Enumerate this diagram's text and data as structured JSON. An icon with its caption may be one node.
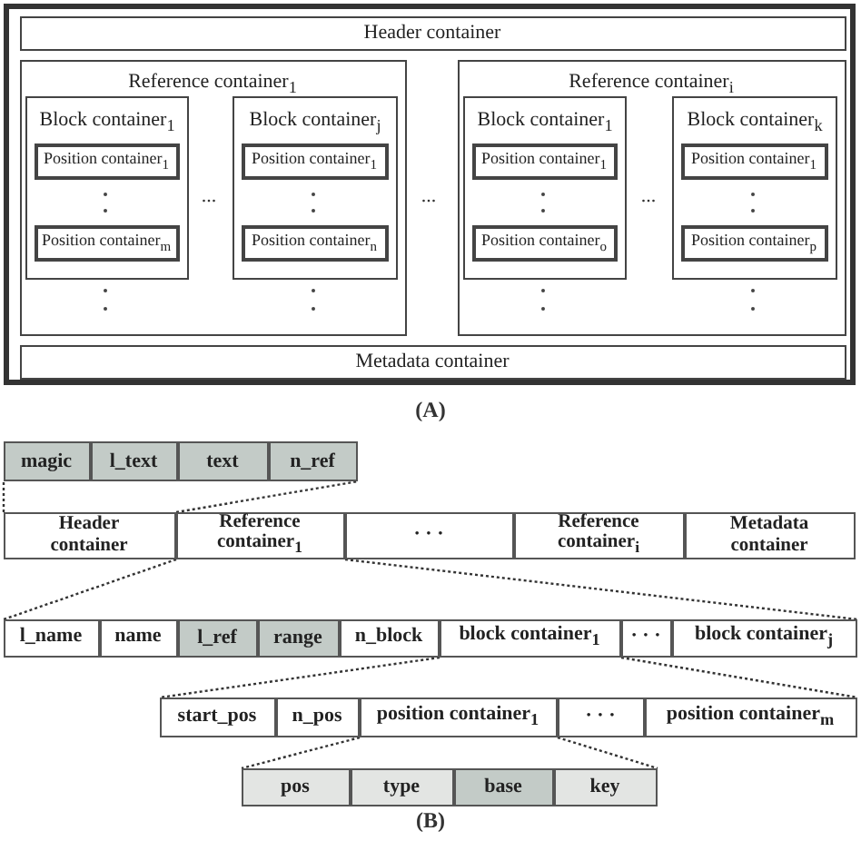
{
  "diagram": {
    "nodes": [
      {
        "text": [],
        "shape": "box"
      },
      {
        "text": [
          "Header container"
        ],
        "in": 0
      },
      {
        "text": [
          "Reference container$_{1}$"
        ],
        "in": 0
      },
      {
        "text": [
          "Block container$_{1}$"
        ],
        "in": 2
      },
      {
        "text": [
          "Position container$_{1}$"
        ],
        "in": 3
      },
      {
        "text": [
          "Position container$_{m}$"
        ],
        "in": 3
      },
      {
        "text": [
          "Block container$_{j}$"
        ],
        "in": 2
      },
      {
        "text": [
          "Position container$_{1}$"
        ],
        "in": 6
      },
      {
        "text": [
          "Position container$_{n}$"
        ],
        "in": 6
      },
      {
        "text": [
          "Reference container$_{i}$"
        ],
        "in": 0
      },
      {
        "text": [
          "Block container$_{1}$"
        ],
        "in": 9
      },
      {
        "text": [
          "Position container$_{1}$"
        ],
        "in": 10
      },
      {
        "text": [
          "Position container$_{o}$"
        ],
        "in": 10
      },
      {
        "text": [
          "Block container$_{k}$"
        ],
        "in": 9
      },
      {
        "text": [
          "Position container$_{1}$"
        ],
        "in": 13
      },
      {
        "text": [
          "Position container$_{p}$"
        ],
        "in": 13
      },
      {
        "text": [
          "Metadata container"
        ],
        "in": 0
      },
      {
        "text": [],
        "shape": "box"
      },
      {
        "text": [
          "magic"
        ],
        "in": 17
      },
      {
        "text": [
          "l_text"
        ],
        "in": 17
      },
      {
        "text": [
          "text"
        ],
        "in": 17
      },
      {
        "text": [
          "n_ref"
        ],
        "in": 17
      },
      {
        "text": [],
        "shape": "box"
      },
      {
        "text": [
          "Header container"
        ],
        "in": 22
      },
      {
        "text": [
          "Reference container$_{1}$"
        ],
        "in": 22
      },
      {
        "text": [
          "· · ·"
        ],
        "in": 22
      },
      {
        "text": [
          "Reference container$_{i}$"
        ],
        "in": 22
      },
      {
        "text": [
          "Metadata container"
        ],
        "in": 22
      },
      {
        "text": [],
        "shape": "box"
      },
      {
        "text": [
          "l_name"
        ],
        "in": 28
      },
      {
        "text": [
          "name"
        ],
        "in": 28
      },
      {
        "text": [
          "l_ref"
        ],
        "in": 28
      },
      {
        "text": [
          "range"
        ],
        "in": 28
      },
      {
        "text": [
          "n_block"
        ],
        "in": 28
      },
      {
        "text": [
          "block container$_{1}$"
        ],
        "in": 28
      },
      {
        "text": [
          "· · ·"
        ],
        "in": 28
      },
      {
        "text": [
          "block container$_{j}$"
        ],
        "in": 28
      },
      {
        "text": [],
        "shape": "box"
      },
      {
        "text": [
          "start_pos"
        ],
        "in": 37
      },
      {
        "text": [
          "n_pos"
        ],
        "in": 37
      },
      {
        "text": [
          "position container$_{1}$"
        ],
        "in": 37
      },
      {
        "text": [
          "· · ·"
        ],
        "in": 37
      },
      {
        "text": [
          "position container$_{m}$"
        ],
        "in": 37
      },
      {
        "text": [],
        "shape": "box"
      },
      {
        "text": [
          "pos"
        ],
        "in": 43
      },
      {
        "text": [
          "type"
        ],
        "in": 43
      },
      {
        "text": [
          "base"
        ],
        "in": 43
      },
      {
        "text": [
          "key"
        ],
        "in": 43
      }
    ],
    "edges": [
      {
        "from": 23,
        "to": 17,
        "arrow": "none",
        "style": "dashed"
      },
      {
        "from": 23,
        "to": 17,
        "arrow": "none",
        "style": "dashed"
      },
      {
        "from": 24,
        "to": 28,
        "arrow": "none",
        "style": "dashed"
      },
      {
        "from": 24,
        "to": 28,
        "arrow": "none",
        "style": "dashed"
      },
      {
        "from": 34,
        "to": 37,
        "arrow": "none",
        "style": "dashed"
      },
      {
        "from": 34,
        "to": 37,
        "arrow": "none",
        "style": "dashed"
      },
      {
        "from": 40,
        "to": 43,
        "arrow": "none",
        "style": "dashed"
      },
      {
        "from": 40,
        "to": 43,
        "arrow": "none",
        "style": "dashed"
      }
    ],
    "labels": [
      "...",
      "...",
      "...",
      "(A)",
      "(B)"
    ]
  }
}
